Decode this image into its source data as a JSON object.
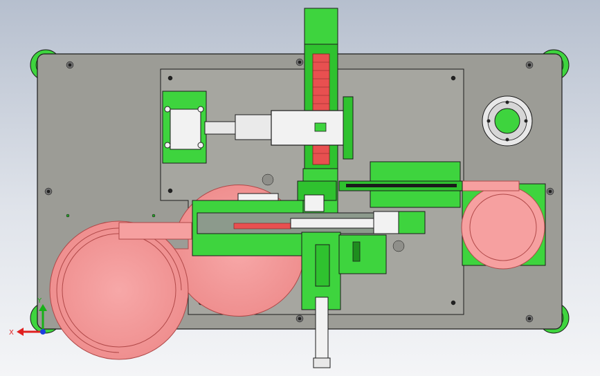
{
  "view": {
    "type": "cad-top-view",
    "background_top": "#b6bfce",
    "background_bottom": "#f4f5f7"
  },
  "colors": {
    "base_plate": "#9c9c96",
    "inner_plate": "#a6a6a0",
    "part_green": "#3ed43e",
    "part_green_dark": "#1e8e1e",
    "feed_bowl": "#f6a0a0",
    "feed_bowl_edge": "#b04848",
    "part_white": "#f2f2f2",
    "rail_red": "#e85050",
    "outline": "#1b1b1b"
  },
  "triad": {
    "x_label": "X",
    "y_label": "Y",
    "x_color": "#e02020",
    "y_color": "#18b018",
    "z_color": "#1a3fe0"
  }
}
